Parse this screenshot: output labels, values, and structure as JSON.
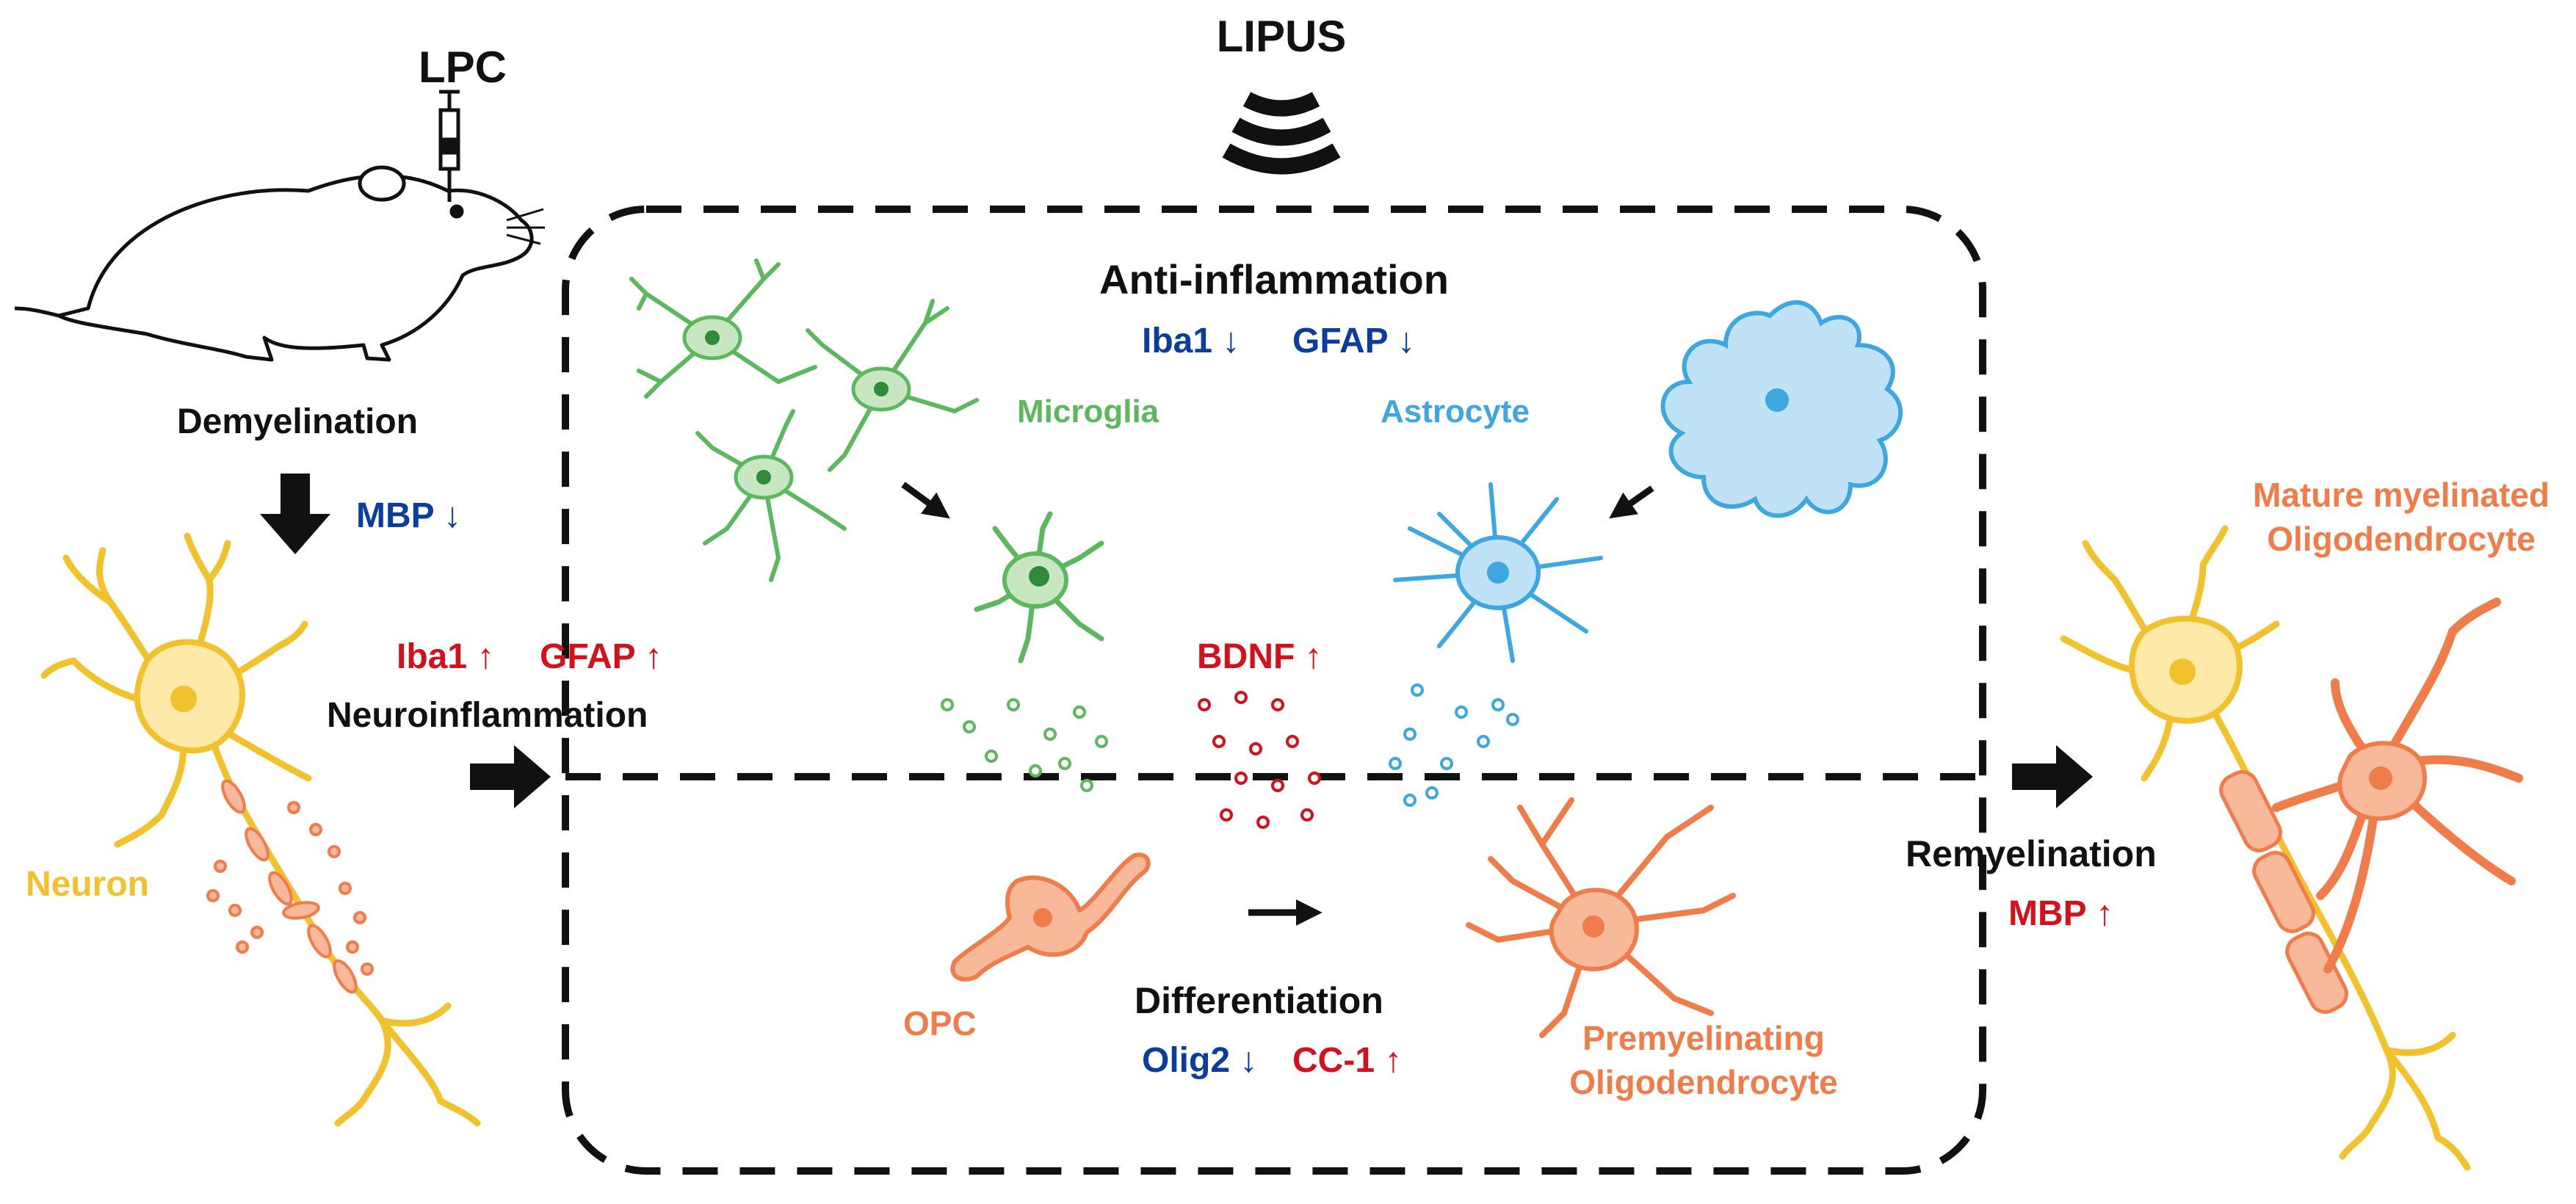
{
  "labels": {
    "lpc": "LPC",
    "lipus": "LIPUS",
    "demyelination": "Demyelination",
    "neuron": "Neuron",
    "neuroinflammation": "Neuroinflammation",
    "anti_inflammation": "Anti-inflammation",
    "microglia": "Microglia",
    "astrocyte": "Astrocyte",
    "opc": "OPC",
    "differentiation": "Differentiation",
    "premyelinating_line1": "Premyelinating",
    "premyelinating_line2": "Oligodendrocyte",
    "remyelination": "Remyelination",
    "mature_line1": "Mature myelinated",
    "mature_line2": "Oligodendrocyte"
  },
  "markers": {
    "mbp_down": "MBP ↓",
    "iba1_up": "Iba1 ↑",
    "gfap_up": "GFAP ↑",
    "iba1_down": "Iba1 ↓",
    "gfap_down": "GFAP ↓",
    "bdnf_up": "BDNF ↑",
    "olig2_down": "Olig2 ↓",
    "cc1_up": "CC-1 ↑",
    "mbp_up": "MBP ↑"
  },
  "colors": {
    "text": "#111111",
    "marker_down": "#0b3d9c",
    "marker_up": "#d4101a",
    "neuron_stroke": "#f2c12e",
    "neuron_fill": "#fde9a8",
    "microglia_stroke": "#5cb85c",
    "microglia_fill": "#c8e6c2",
    "astrocyte_stroke": "#3ea6e0",
    "astrocyte_fill": "#bfe2f6",
    "oligo_stroke": "#f07c4a",
    "oligo_fill": "#f8b89a",
    "bdnf_dots": "#d4101a"
  }
}
